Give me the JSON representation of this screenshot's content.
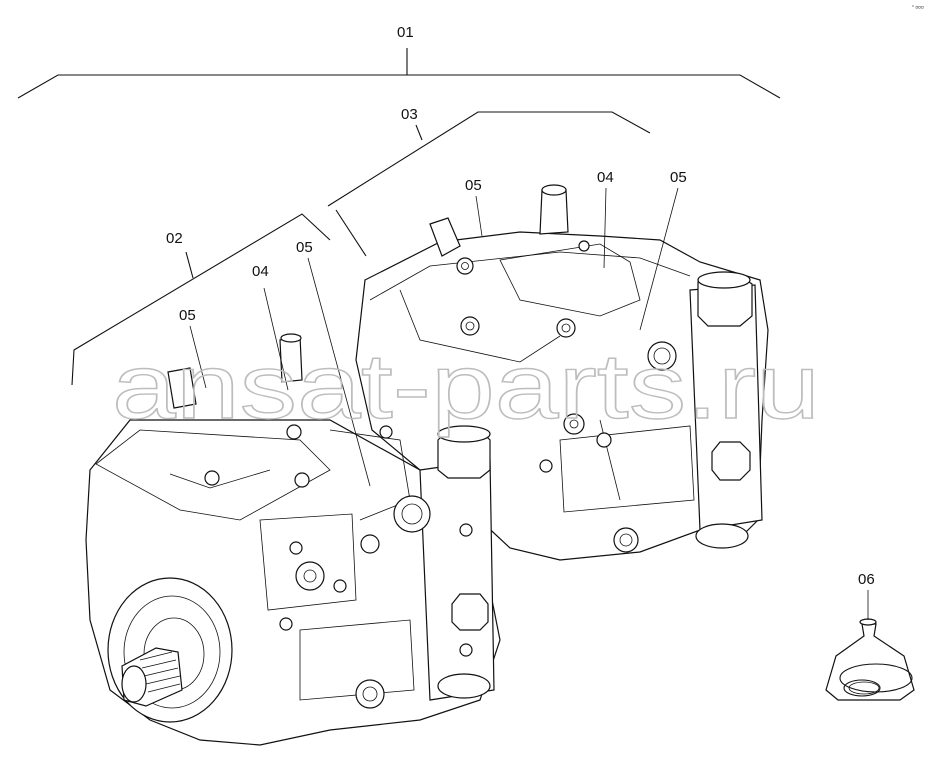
{
  "corner_mark": "° ¤¤¤",
  "watermark": "ansat-parts.ru",
  "callouts": {
    "c01": "01",
    "c02": "02",
    "c03": "03",
    "c04a": "04",
    "c04b": "04",
    "c05a": "05",
    "c05b": "05",
    "c05c": "05",
    "c05d": "05",
    "c06": "06"
  }
}
